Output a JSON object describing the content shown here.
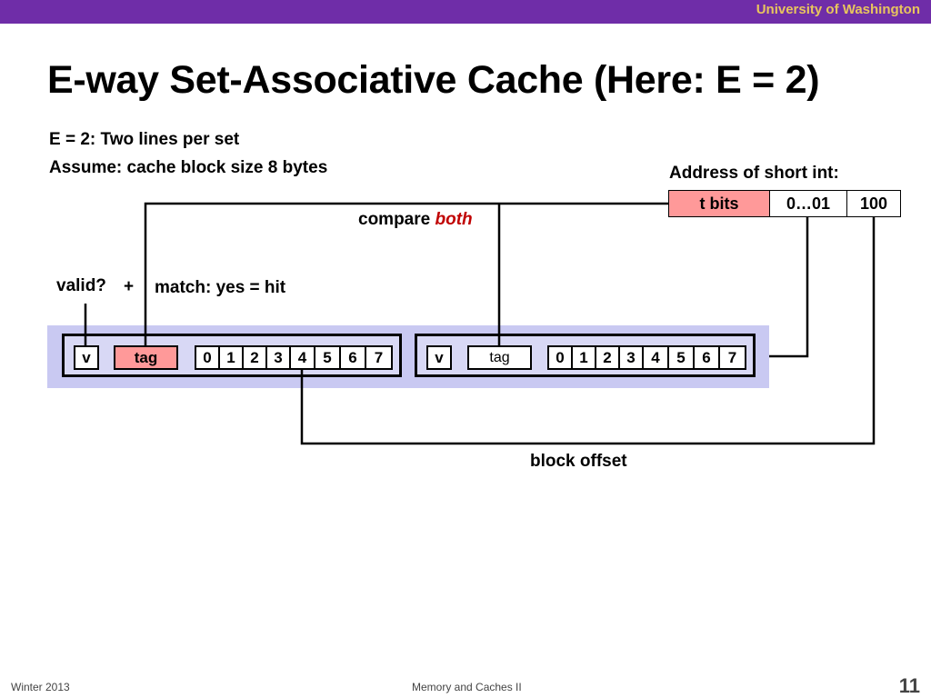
{
  "header": {
    "institution": "University of Washington"
  },
  "slide": {
    "title": "E-way Set-Associative Cache (Here: E = 2)",
    "bullets": [
      "E = 2: Two lines per set",
      "Assume: cache block size 8 bytes"
    ]
  },
  "address": {
    "label": "Address of short int:",
    "fields": [
      "t bits",
      "0…01",
      "100"
    ]
  },
  "labels": {
    "compare_prefix": "compare ",
    "compare_emph": "both",
    "valid": "valid?",
    "plus": "+",
    "match": "match: yes = hit",
    "block_offset": "block offset"
  },
  "cache_lines": [
    {
      "valid": "v",
      "tag": "tag",
      "bytes": [
        "0",
        "1",
        "2",
        "3",
        "4",
        "5",
        "6",
        "7"
      ]
    },
    {
      "valid": "v",
      "tag": "tag",
      "bytes": [
        "0",
        "1",
        "2",
        "3",
        "4",
        "5",
        "6",
        "7"
      ]
    }
  ],
  "footer": {
    "course": "Winter 2013",
    "topic": "Memory and Caches II",
    "page": "11"
  }
}
